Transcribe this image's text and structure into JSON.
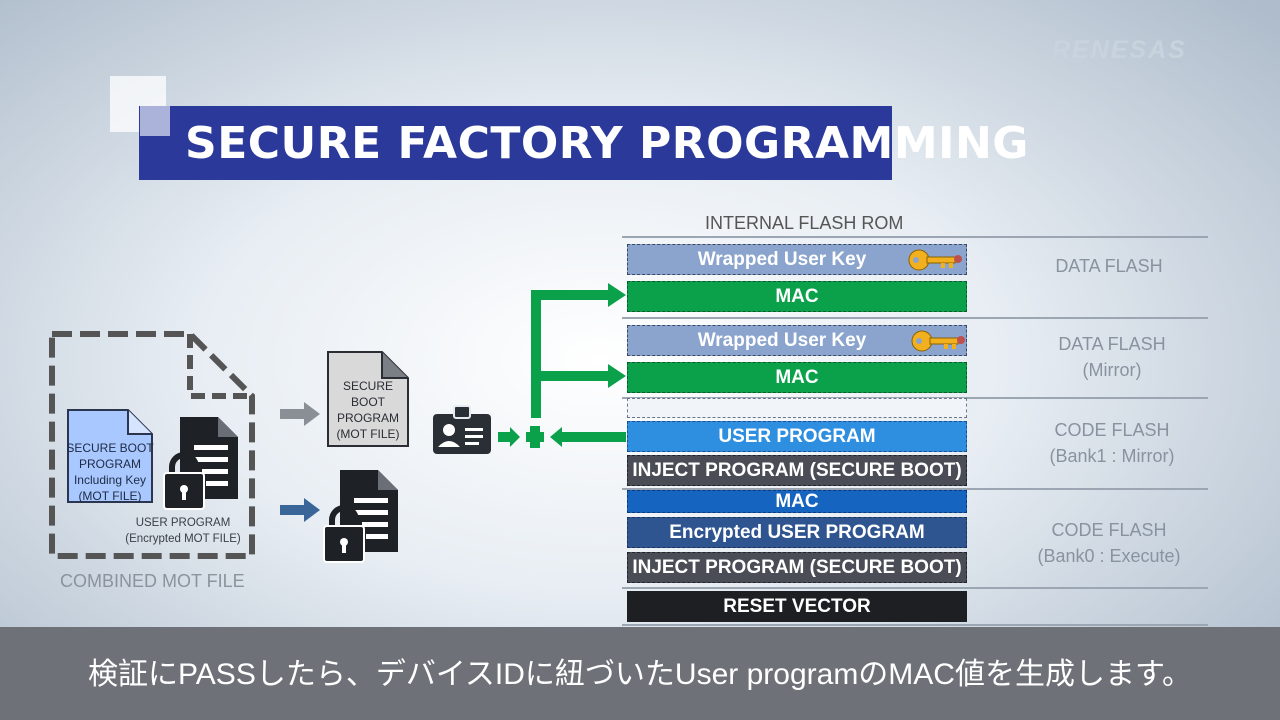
{
  "brand": {
    "logo": "RENESAS"
  },
  "title": "SECURE FACTORY PROGRAMMING",
  "flash_rom": {
    "title": "INTERNAL FLASH ROM",
    "blocks": {
      "key1": "Wrapped User Key",
      "mac1": "MAC",
      "key2": "Wrapped User Key",
      "mac2": "MAC",
      "empty": "",
      "user": "USER PROGRAM",
      "inject1": "INJECT PROGRAM (SECURE BOOT)",
      "mac3": "MAC",
      "enc": "Encrypted USER PROGRAM",
      "inject2": "INJECT PROGRAM (SECURE BOOT)",
      "reset": "RESET VECTOR"
    },
    "regions": {
      "r1_l1": "DATA FLASH",
      "r2_l1": "DATA FLASH",
      "r2_l2": "(Mirror)",
      "r3_l1": "CODE FLASH",
      "r3_l2": "(Bank1 : Mirror)",
      "r4_l1": "CODE FLASH",
      "r4_l2": "(Bank0 : Execute)"
    }
  },
  "combined": {
    "label": "COMBINED MOT FILE",
    "doc_l1": "SECURE BOOT",
    "doc_l2": "PROGRAM",
    "doc_l3": "Including Key",
    "doc_l4": "(MOT FILE)",
    "user_l1": "USER PROGRAM",
    "user_l2": "(Encrypted MOT FILE)"
  },
  "secure_boot_doc": {
    "l1": "SECURE",
    "l2": "BOOT",
    "l3": "PROGRAM",
    "l4": "(MOT FILE)"
  },
  "colors": {
    "title_bar": "#2b3a9a",
    "green": "#0aa14a",
    "key_gold": "#f2b01e"
  },
  "icons": [
    "key-icon",
    "lock-document-icon",
    "id-card-icon",
    "arrow-right-icon"
  ],
  "caption": "検証にPASSしたら、デバイスIDに紐づいたUser programのMAC値を生成します。"
}
